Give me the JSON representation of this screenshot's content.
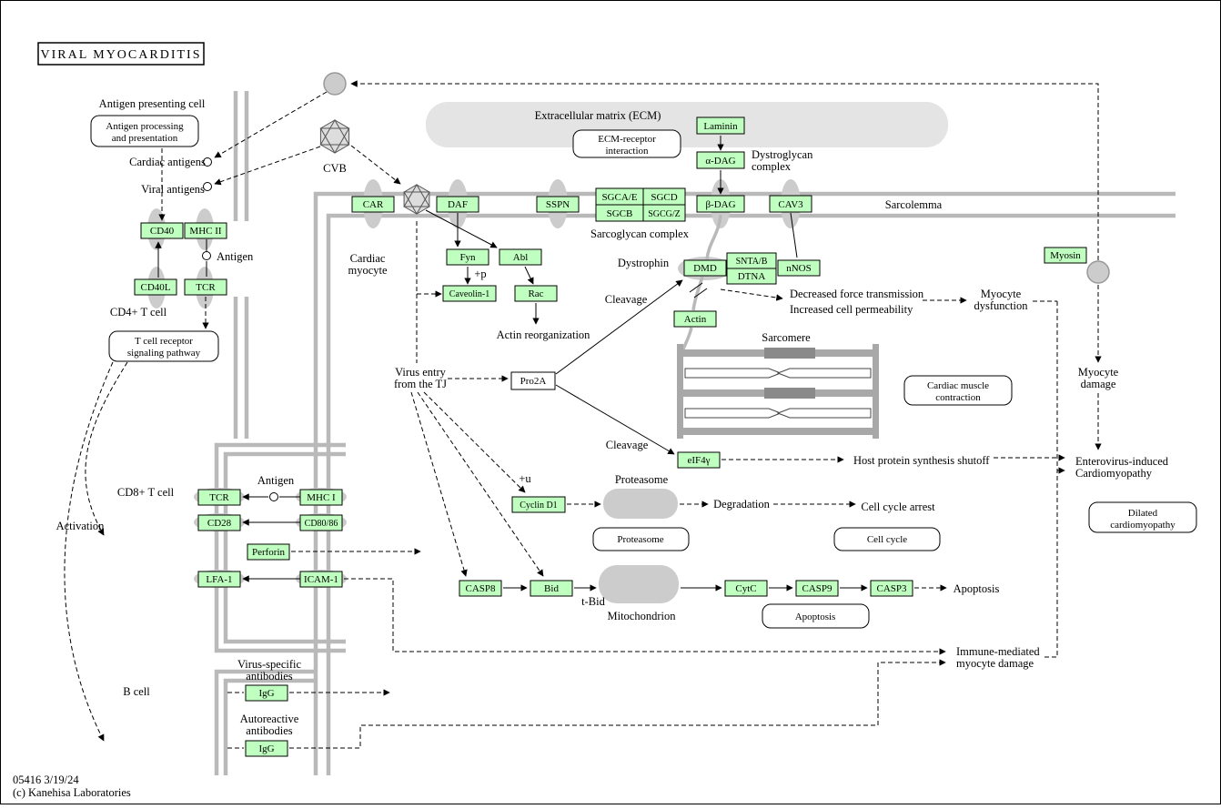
{
  "title": "VIRAL MYOCARDITIS",
  "colors": {
    "gene_box_fill": "#bfffbf",
    "membrane_gray": "#b9b9b9",
    "organelle_gray": "#cccccc",
    "ecm_gray": "#e4e4e4",
    "line_black": "#000000"
  },
  "genes": {
    "cd40": "CD40",
    "mhc2": "MHC II",
    "cd40l": "CD40L",
    "tcr_cd4": "TCR",
    "car": "CAR",
    "daf": "DAF",
    "sspn": "SSPN",
    "sgca_e": "SGCA/E",
    "sgcd": "SGCD",
    "sgcb": "SGCB",
    "sgcg_z": "SGCG/Z",
    "b_dag": "β-DAG",
    "cav3": "CAV3",
    "laminin": "Laminin",
    "a_dag": "α-DAG",
    "fyn": "Fyn",
    "caveolin1": "Caveolin-1",
    "abl": "Abl",
    "rac": "Rac",
    "dmd": "DMD",
    "snta_b": "SNTA/B",
    "dtna": "DTNA",
    "nnos": "nNOS",
    "actin": "Actin",
    "myosin": "Myosin",
    "pro2a": "Pro2A",
    "eif4g": "eIF4γ",
    "cyclin_d1": "Cyclin D1",
    "casp8": "CASP8",
    "bid": "Bid",
    "cytc": "CytC",
    "casp9": "CASP9",
    "casp3": "CASP3",
    "tcr_cd8": "TCR",
    "mhc1": "MHC I",
    "cd28": "CD28",
    "cd80_86": "CD80/86",
    "perforin": "Perforin",
    "lfa1": "LFA-1",
    "icam1": "ICAM-1",
    "igg_virus": "IgG",
    "igg_auto": "IgG"
  },
  "pathway_boxes": {
    "antigen_processing": {
      "line1": "Antigen processing",
      "line2": "and presentation"
    },
    "tcr_signaling": {
      "line1": "T cell receptor",
      "line2": "signaling pathway"
    },
    "ecm_receptor": {
      "line1": "ECM-receptor",
      "line2": "interaction"
    },
    "cardiac_muscle": {
      "line1": "Cardiac muscle",
      "line2": "contraction"
    },
    "proteasome": {
      "line1": "Proteasome"
    },
    "cell_cycle": {
      "line1": "Cell cycle"
    },
    "apoptosis": {
      "line1": "Apoptosis"
    },
    "dilated": {
      "line1": "Dilated",
      "line2": "cardiomyopathy"
    }
  },
  "labels": {
    "apc": "Antigen presenting cell",
    "cardiac_antigens": "Cardiac antigens",
    "viral_antigens": "Viral antigens",
    "antigen_cd4": "Antigen",
    "cd4_tcell": "CD4+ T cell",
    "cvb": "CVB",
    "cardiac_myocyte_1": "Cardiac",
    "cardiac_myocyte_2": "myocyte",
    "ecm": "Extracellular matrix (ECM)",
    "dystroglycan_1": "Dystroglycan",
    "dystroglycan_2": "complex",
    "sarcolemma": "Sarcolemma",
    "sarcoglycan": "Sarcoglycan complex",
    "dystrophin": "Dystrophin",
    "cleavage_1": "Cleavage",
    "actin_reorg": "Actin reorganization",
    "virus_entry_1": "Virus entry",
    "virus_entry_2": "from the TJ",
    "decreased_force": "Decreased force transmission",
    "increased_perm": "Increased cell permeability",
    "myocyte_dysfunction_1": "Myocyte",
    "myocyte_dysfunction_2": "dysfunction",
    "sarcomere": "Sarcomere",
    "cleavage_2": "Cleavage",
    "host_shutoff": "Host protein synthesis shutoff",
    "plus_p": "+p",
    "plus_u": "+u",
    "proteasome_label": "Proteasome",
    "degradation": "Degradation",
    "cell_cycle_arrest": "Cell cycle arrest",
    "t_bid": "t-Bid",
    "mitochondrion": "Mitochondrion",
    "apoptosis_label": "Apoptosis",
    "immune_1": "Immune-mediated",
    "immune_2": "myocyte damage",
    "myocyte_damage_1": "Myocyte",
    "myocyte_damage_2": "damage",
    "eic_1": "Enterovirus-induced",
    "eic_2": "Cardiomyopathy",
    "cd8_tcell": "CD8+ T cell",
    "antigen_cd8": "Antigen",
    "activation": "Activation",
    "b_cell": "B cell",
    "virus_specific_1": "Virus-specific",
    "virus_specific_2": "antibodies",
    "autoreactive_1": "Autoreactive",
    "autoreactive_2": "antibodies"
  },
  "footer": {
    "map_id": "05416 3/19/24",
    "copyright": "(c) Kanehisa Laboratories"
  }
}
